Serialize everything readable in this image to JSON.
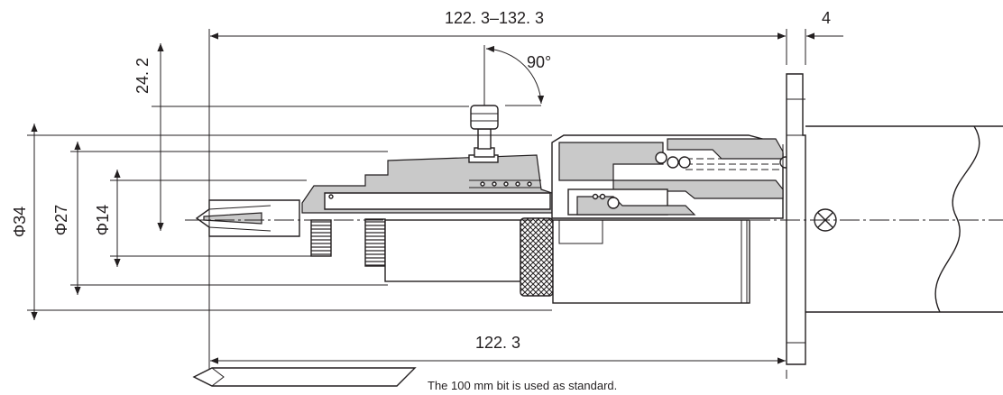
{
  "dimensions": {
    "overall_length": "122. 3–132. 3",
    "flange_thickness": "4",
    "angle": "90°",
    "height_offset": "24. 2",
    "dia_large": "Φ34",
    "dia_mid": "Φ27",
    "dia_small": "Φ14",
    "body_length": "122. 3"
  },
  "note": "The 100 mm bit is used as standard.",
  "colors": {
    "line": "#231f20",
    "shade": "#c9c9c9",
    "background": "#ffffff"
  }
}
